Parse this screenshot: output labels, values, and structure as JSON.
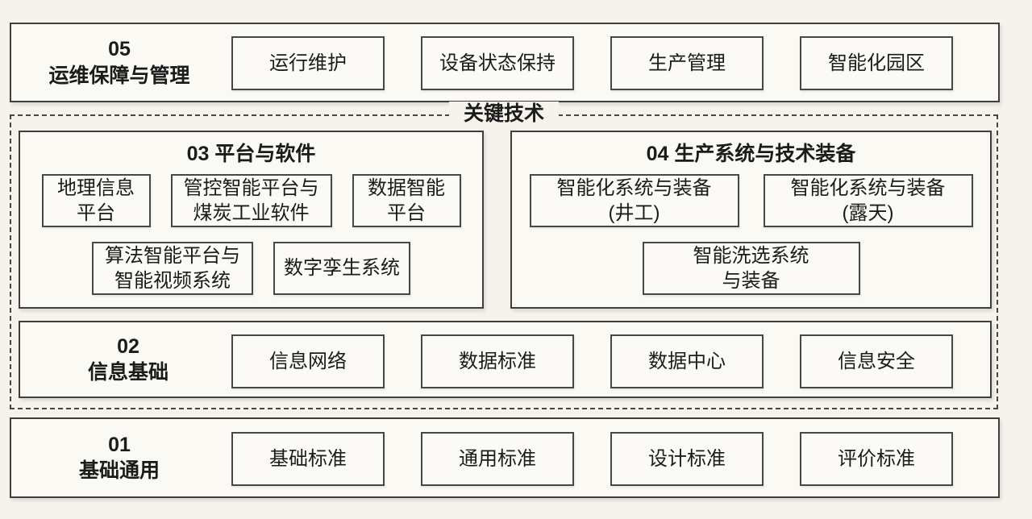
{
  "labels": {
    "key_technology": "关键技术"
  },
  "rows": {
    "row05": {
      "code": "05",
      "title": "运维保障与管理",
      "items": [
        "运行维护",
        "设备状态保持",
        "生产管理",
        "智能化园区"
      ]
    },
    "row02": {
      "code": "02",
      "title": "信息基础",
      "items": [
        "信息网络",
        "数据标准",
        "数据中心",
        "信息安全"
      ]
    },
    "row01": {
      "code": "01",
      "title": "基础通用",
      "items": [
        "基础标准",
        "通用标准",
        "设计标准",
        "评价标准"
      ]
    }
  },
  "sections": {
    "sec03": {
      "title": "03 平台与软件",
      "row1": [
        {
          "lines": [
            "地理信息",
            "平台"
          ]
        },
        {
          "lines": [
            "管控智能平台与",
            "煤炭工业软件"
          ]
        },
        {
          "lines": [
            "数据智能",
            "平台"
          ]
        }
      ],
      "row2": [
        {
          "lines": [
            "算法智能平台与",
            "智能视频系统"
          ]
        },
        {
          "lines": [
            "数字孪生系统"
          ]
        }
      ]
    },
    "sec04": {
      "title": "04 生产系统与技术装备",
      "row1": [
        {
          "lines": [
            "智能化系统与装备",
            "(井工)"
          ]
        },
        {
          "lines": [
            "智能化系统与装备",
            "(露天)"
          ]
        }
      ],
      "row2": [
        {
          "lines": [
            "智能洗选系统",
            "与装备"
          ]
        }
      ]
    }
  },
  "colors": {
    "background": "#f6f3ed",
    "box_fill": "#fbf9f4",
    "border": "#3f3f3f",
    "text": "#1b1b1b"
  }
}
